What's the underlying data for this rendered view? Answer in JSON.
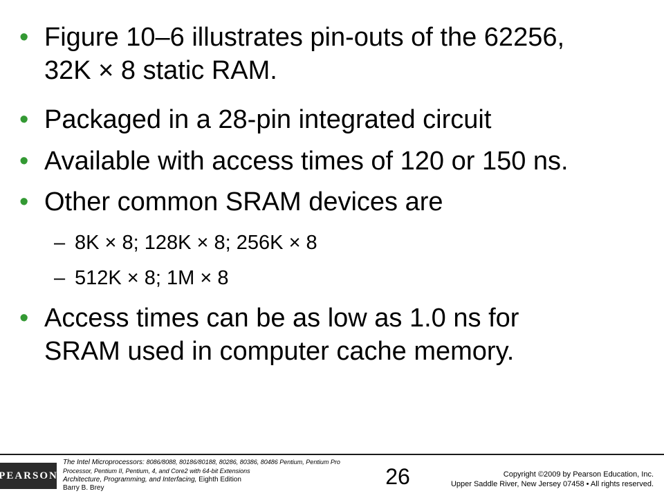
{
  "bullets": [
    {
      "marker": "•",
      "line1": "Figure 10–6 illustrates pin-outs of the 62256,",
      "line2": "32K × 8 static RAM."
    },
    {
      "marker": "•",
      "line1": "Packaged in a 28-pin integrated circuit"
    },
    {
      "marker": "•",
      "line1": "Available with access times of 120 or 150 ns."
    },
    {
      "marker": "•",
      "line1": "Other common SRAM devices are"
    },
    {
      "marker": "•",
      "line1": "Access times can be as low as 1.0 ns for",
      "line2": "SRAM used in computer cache memory."
    }
  ],
  "sub_bullets": [
    {
      "marker": "–",
      "text": "8K × 8; 128K × 8; 256K × 8"
    },
    {
      "marker": "–",
      "text": "512K × 8; 1M × 8"
    }
  ],
  "footer": {
    "logo_text": "PEARSON",
    "book_title": "The Intel Microprocessors:",
    "book_models": "8086/8088, 80186/80188, 80286, 80386, 80486 Pentium, Pentium Pro Processor, Pentium II, Pentium, 4, and Core2 with 64-bit Extensions",
    "book_subtitle": "Architecture, Programming, and Interfacing,",
    "edition": "Eighth Edition",
    "author": "Barry B. Brey",
    "page_number": "26",
    "copyright_line1": "Copyright ©2009 by Pearson Education, Inc.",
    "copyright_line2": "Upper Saddle River, New Jersey 07458 • All rights reserved."
  },
  "colors": {
    "bullet": "#339933",
    "text": "#000000",
    "logo_bg": "#2b2b2b"
  }
}
